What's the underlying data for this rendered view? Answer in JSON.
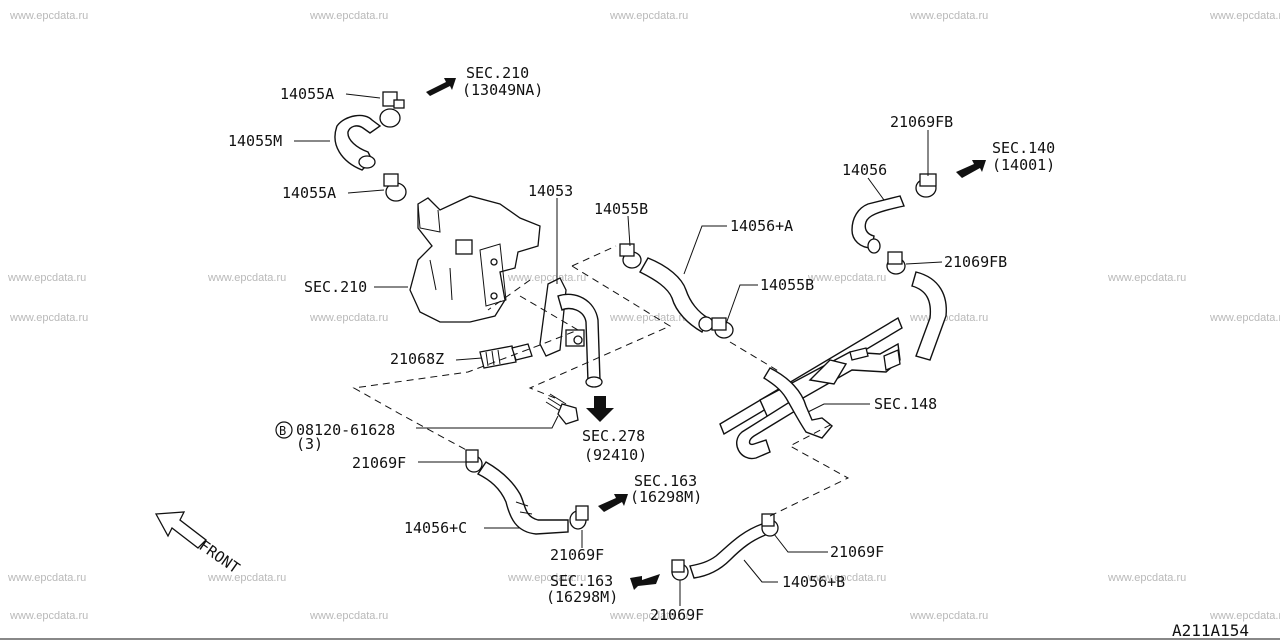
{
  "watermark": "www.epcdata.ru",
  "diagram_id": "A211A154",
  "front_label": "FRONT",
  "labels": {
    "p14055A_top": "14055A",
    "sec210_top": "SEC.210",
    "sec210_top_sub": "(13049NA)",
    "p14055M": "14055M",
    "p14055A_mid": "14055A",
    "p14053": "14053",
    "p14055B_top": "14055B",
    "p14056A": "14056+A",
    "p14055B_right": "14055B",
    "sec210_mid": "SEC.210",
    "p21068Z": "21068Z",
    "bolt_code": "B",
    "bolt": "08120-61628",
    "bolt_qty": "(3)",
    "sec278": "SEC.278",
    "sec278_sub": "(92410)",
    "p21069F_left": "21069F",
    "p14056C": "14056+C",
    "sec163_mid": "SEC.163",
    "sec163_mid_sub": "(16298M)",
    "p21069F_mid": "21069F",
    "sec163_bot": "SEC.163",
    "sec163_bot_sub": "(16298M)",
    "p21069F_bot": "21069F",
    "p14056B": "14056+B",
    "p21069F_right": "21069F",
    "sec148": "SEC.148",
    "p21069FB_top": "21069FB",
    "sec140": "SEC.140",
    "sec140_sub": "(14001)",
    "p14056": "14056",
    "p21069FB_mid": "21069FB"
  }
}
